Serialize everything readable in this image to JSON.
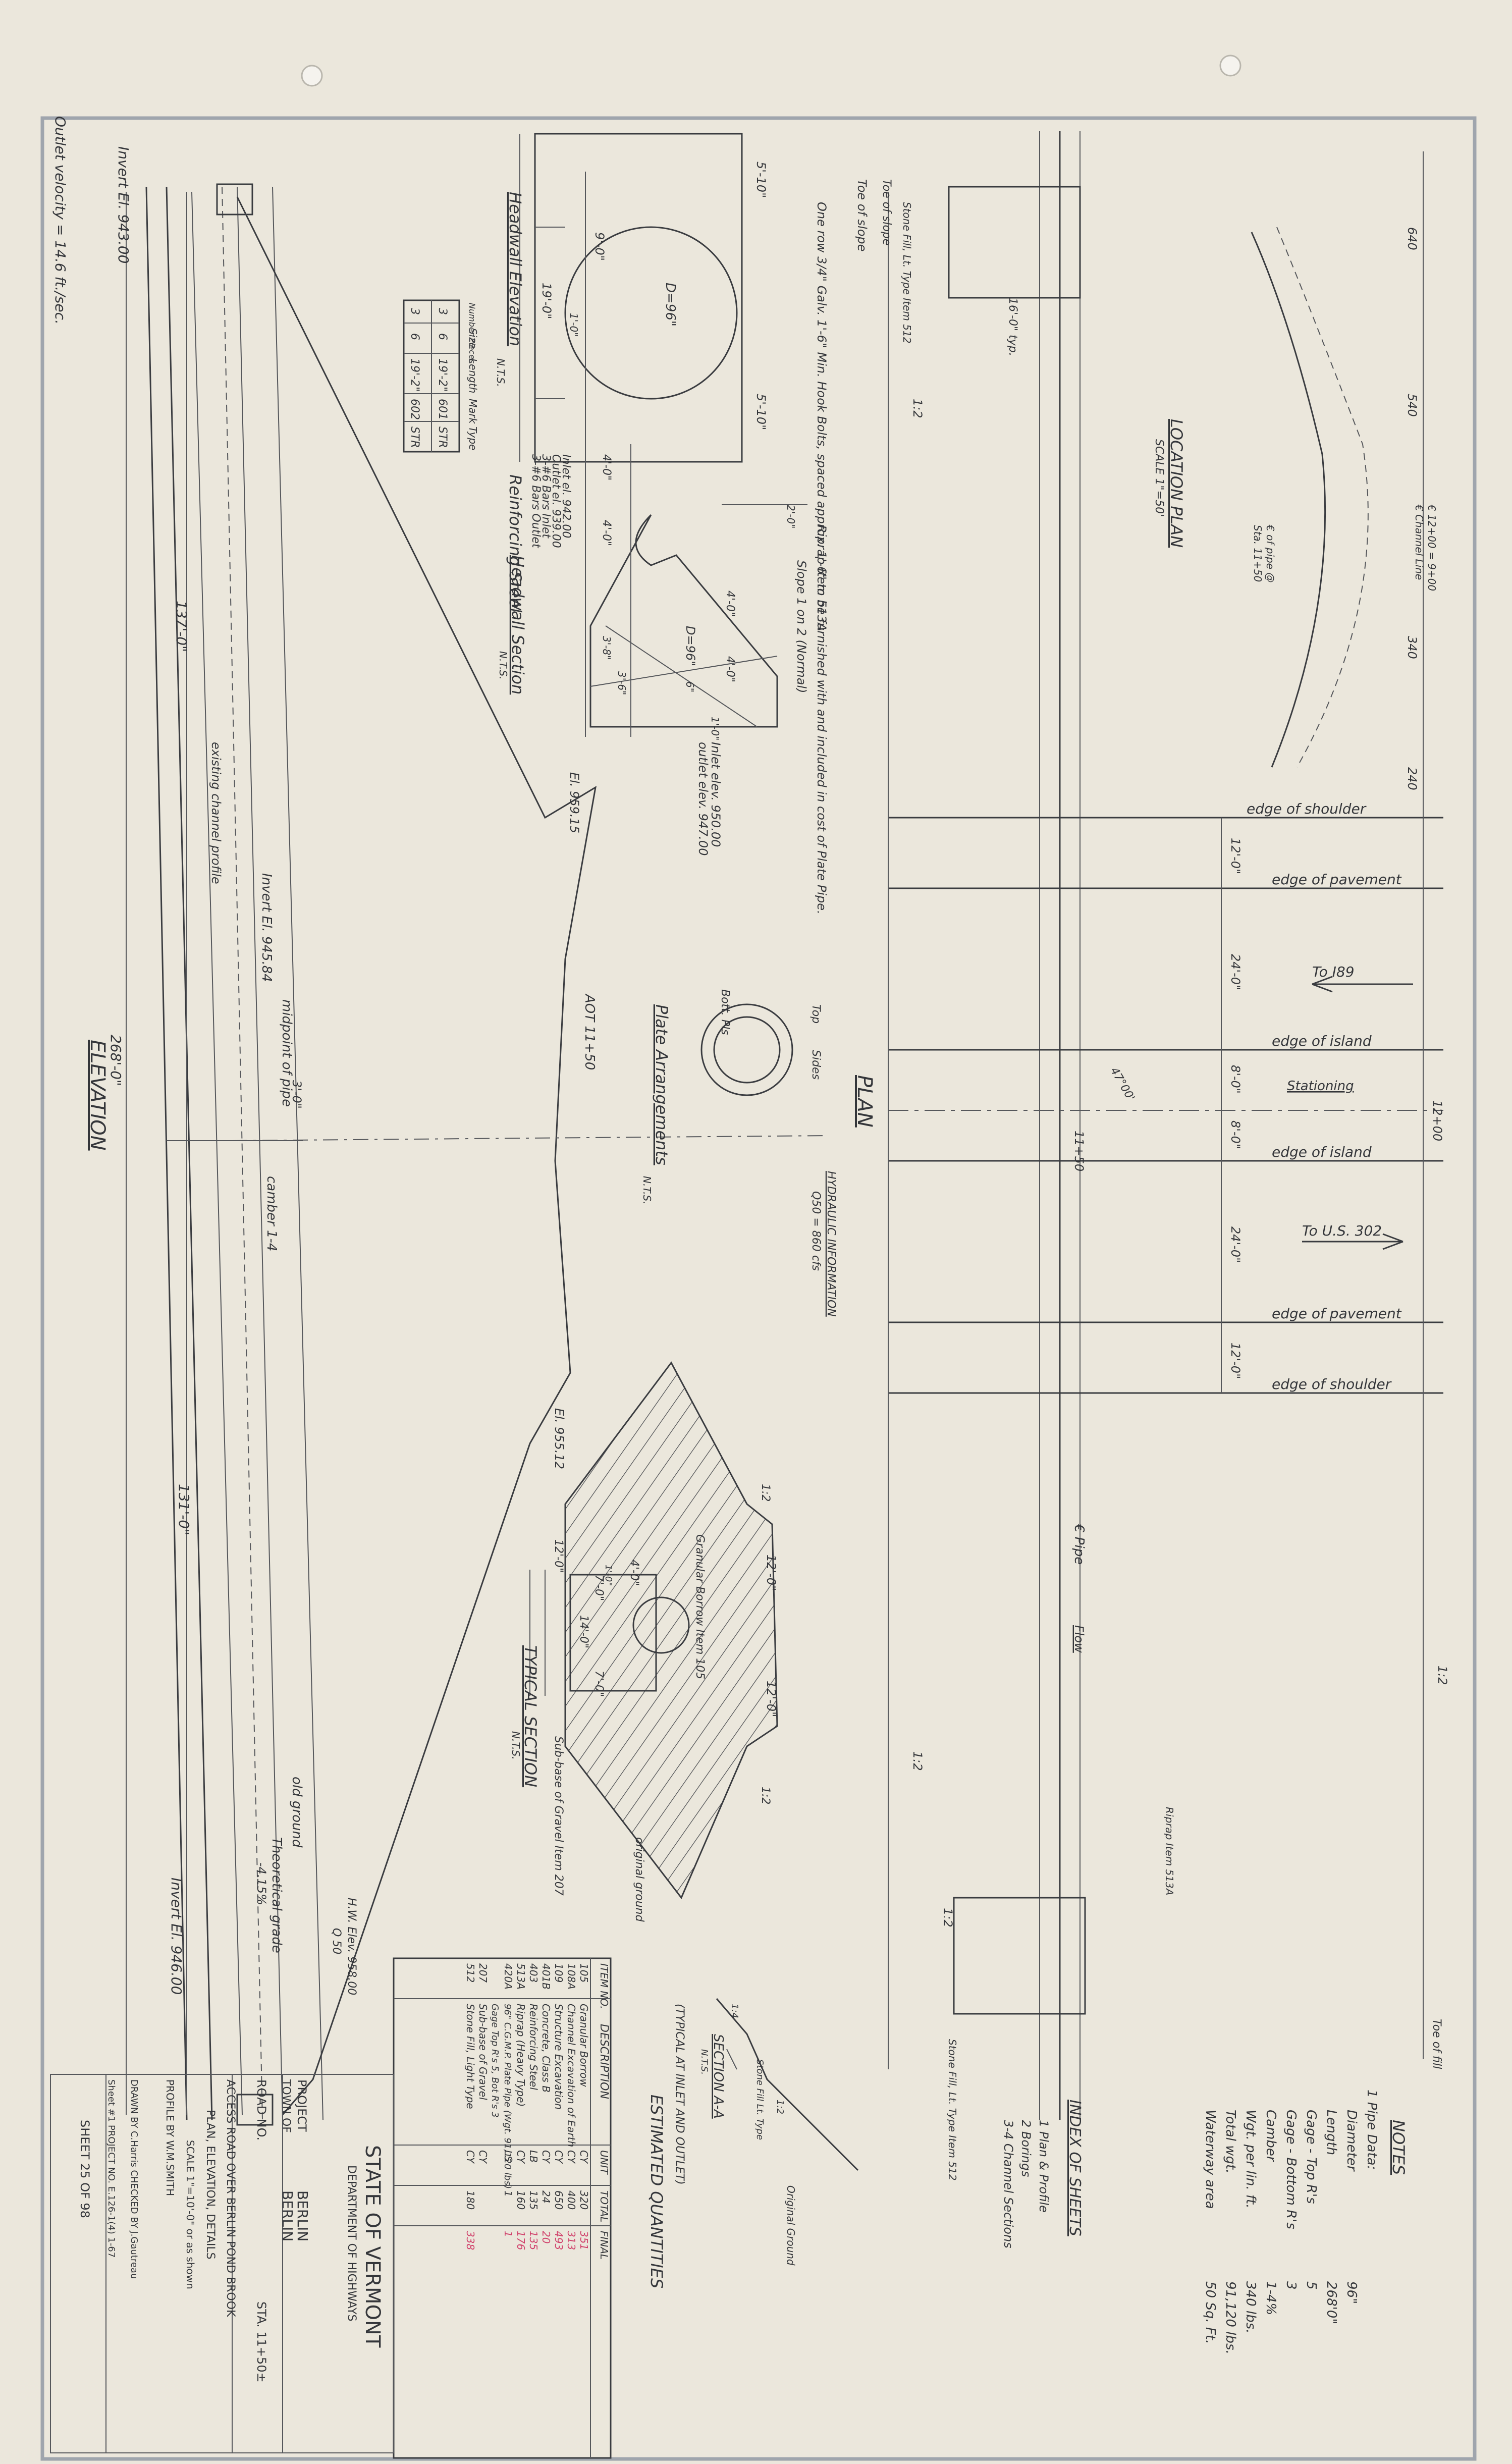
{
  "title_block": {
    "state": "STATE OF VERMONT",
    "department": "DEPARTMENT OF HIGHWAYS",
    "project_label": "PROJECT",
    "project": "BERLIN",
    "town_label": "TOWN OF",
    "town": "BERLIN",
    "road_label": "ROAD NO.",
    "road_no": "",
    "station": "STA. 11+50±",
    "line1": "ACCESS ROAD OVER BERLIN POND BROOK",
    "line2": "PLAN, ELEVATION, DETAILS",
    "line3": "SCALE 1\"=10'-0\" or as shown",
    "line4": "PROFILE BY W.M.SMITH",
    "line5": "DRAWN BY C.Harris   CHECKED BY J.Gautreau",
    "line6": "Sheet #1  PROJECT NO. E.126-1(4)  1-67",
    "sheet_no": "SHEET 25 OF 98"
  },
  "notes": {
    "heading": "NOTES",
    "items": [
      {
        "label": "1 Pipe Data:",
        "value": ""
      },
      {
        "label": "Diameter",
        "value": "96\""
      },
      {
        "label": "Length",
        "value": "268'0\""
      },
      {
        "label": "Gage - Top R's",
        "value": "5"
      },
      {
        "label": "Gage - Bottom R's",
        "value": "3"
      },
      {
        "label": "Camber",
        "value": "1-4%"
      },
      {
        "label": "Wgt. per lin. ft.",
        "value": "340 lbs."
      },
      {
        "label": "Total wgt.",
        "value": "91,120 lbs."
      },
      {
        "label": "Waterway area",
        "value": "50 Sq. Ft."
      }
    ]
  },
  "index_of_sheets": {
    "heading": "INDEX OF SHEETS",
    "items": [
      "1 Plan & Profile",
      "2 Borings",
      "3-4 Channel Sections"
    ]
  },
  "location_plan": {
    "title": "LOCATION PLAN",
    "scale": "SCALE 1\"=50'",
    "labels": [
      "640",
      "540",
      "340",
      "240",
      "€ 12+00 = 9+00",
      "€ Channel Line",
      "€ of pipe @",
      "Sta. 11+50",
      "Toe of slope",
      "Stone Fill, Lt. Type Item 512",
      "16'-0\" typ.",
      "Riprap Item 513A",
      "Toe of fill",
      "Stone Fill, Lt. Type Item 512"
    ]
  },
  "plan": {
    "title": "PLAN",
    "subtitle": "HYDRAULIC INFORMATION",
    "subtitle2": "Q50 = 860 cfs",
    "to_north": "To I89",
    "to_south": "To U.S. 302",
    "stationing": "Stationing",
    "station_mark": "12+00",
    "pipe_station": "11+50",
    "angle": "47°00'",
    "lines": [
      "edge of shoulder",
      "edge of pavement",
      "edge of island",
      "edge of island",
      "edge of pavement",
      "edge of shoulder"
    ],
    "dims": [
      "12'-0\"",
      "24'-0\"",
      "8'-0\"",
      "8'-0\"",
      "24'-0\"",
      "12'-0\""
    ],
    "pipe_label": "€ Pipe",
    "flow_label": "Flow",
    "slopes": [
      "1:2",
      "1:2",
      "1:2",
      "1:2"
    ]
  },
  "headwall_elevation": {
    "title": "Headwall Elevation",
    "nts": "N.T.S.",
    "note": "One row 3/4\" Galv. 1'-6\" Min. Hook Bolts, spaced approx. 1'-6\" to be furnished with and included in cost of Plate Pipe.",
    "diameter": "D=96\"",
    "dims": [
      "5'-10\"",
      "5'-10\"",
      "9'-0\"",
      "1'-0\"",
      "19'-0\""
    ],
    "toe": "Toe of slope"
  },
  "reinforcing_steel": {
    "title": "Reinforcing Steel",
    "headers": [
      "Number Pieces",
      "Size",
      "Length",
      "Mark",
      "Type"
    ],
    "rows": [
      [
        "3",
        "6",
        "19'-2\"",
        "601",
        "STR"
      ],
      [
        "3",
        "6",
        "19'-2\"",
        "602",
        "STR"
      ]
    ]
  },
  "headwall_section": {
    "title": "Headwall Section",
    "nts": "N.T.S.",
    "riprap": "Riprap Item 513A",
    "slope": "Slope 1 on 2 (Normal)",
    "diameter": "D=96\"",
    "dims": [
      "4'-0\"",
      "4'-0\"",
      "4'-0\"",
      "4'-0\"",
      "3'-8\"",
      "3'-6\"",
      "6\"",
      "1'-0\"",
      "2'-0\""
    ],
    "inlet_outlet": [
      "Inlet el. 942.00",
      "Outlet el. 939.00",
      "3-#6 Bars Inlet",
      "3-#6 Bars Outlet"
    ],
    "inlet_elev": "Inlet elev. 950.00",
    "outlet_elev": "outlet elev. 947.00"
  },
  "plate_arrangement": {
    "title": "Plate Arrangements",
    "nts": "N.T.S.",
    "top": "Top",
    "sides": "Sides",
    "bottom": "Bott. Pls"
  },
  "typical_section": {
    "title": "TYPICAL SECTION",
    "nts": "N.T.S.",
    "labels": [
      "Granular Borrow Item 105",
      "Sub-base of Gravel Item 207",
      "original ground"
    ],
    "dims": [
      "12'-0\"",
      "12'-0\"",
      "4'-0\"",
      "12'-0\"",
      "7'-0\"",
      "14'-0\"",
      "7'-0\"",
      "1'-0\"",
      "1:2",
      "1:2"
    ]
  },
  "section_aa": {
    "title": "SECTION A-A",
    "nts": "N.T.S.",
    "note": "(TYPICAL AT INLET AND OUTLET)",
    "labels": [
      "Stone Fill Lt. Type",
      "Original Ground",
      "1:2",
      "1:4"
    ]
  },
  "elevation": {
    "title": "ELEVATION",
    "outlet_velocity": "Outlet velocity = 14.6 ft./sec.",
    "invert_left": "Invert El. 943.00",
    "invert_right": "Invert El. 946.00",
    "invert_mid": "Invert El. 945.84",
    "midpoint": "midpoint of pipe",
    "camber": "camber 1-4",
    "dim_total": "268'-0\"",
    "dim_left": "137'-0\"",
    "dim_right": "131'-0\"",
    "dim_mid": "3'-0\"",
    "existing": "existing channel profile",
    "old_ground": "old ground",
    "theoretical": "Theoretical grade",
    "grade": "-4.15%",
    "elev_top_left": "El. 959.15",
    "elev_top_right": "El. 955.12",
    "aot": "AOT 11+50",
    "hw": "H.W. Elev. 958.00",
    "q": "Q 50"
  },
  "quantities": {
    "title": "ESTIMATED QUANTITIES",
    "headers": [
      "ITEM NO.",
      "DESCRIPTION",
      "UNIT",
      "TOTAL",
      "FINAL"
    ],
    "rows": [
      [
        "105",
        "Granular Borrow",
        "CY",
        "320",
        "351"
      ],
      [
        "108A",
        "Channel Excavation of Earth",
        "CY",
        "400",
        "313"
      ],
      [
        "109",
        "Structure Excavation",
        "CY",
        "650",
        "493"
      ],
      [
        "401B",
        "Concrete, Class B",
        "CY",
        "24",
        "20"
      ],
      [
        "403",
        "Reinforcing Steel",
        "LB",
        "135",
        "135"
      ],
      [
        "513A",
        "Riprap (Heavy Type)",
        "CY",
        "160",
        "176"
      ],
      [
        "420A",
        "96\" C.G.M.P. Plate Pipe (Wgt. 91,120 lbs)",
        "LS",
        "1",
        "1"
      ],
      [
        "",
        "Gage Top R's 5, Bot R's 3",
        "",
        "",
        ""
      ],
      [
        "207",
        "Sub-base of Gravel",
        "CY",
        "",
        ""
      ],
      [
        "512",
        "Stone Fill, Light Type",
        "CY",
        "180",
        "338"
      ]
    ],
    "final_colors": [
      "#d0406a"
    ]
  },
  "colors": {
    "paper": "#ebe7dc",
    "ink": "#34363a",
    "border": "#9fa5ad",
    "red": "#d0406a"
  }
}
